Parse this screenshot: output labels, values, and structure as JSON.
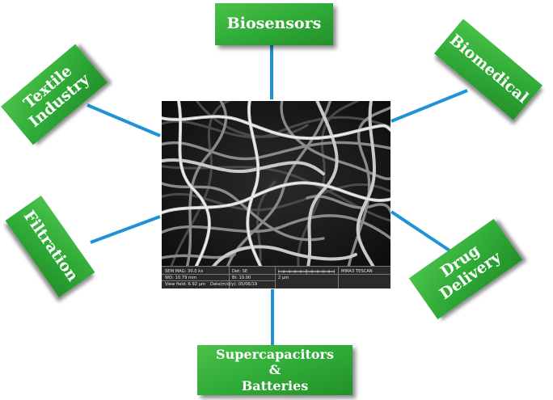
{
  "center": {
    "sem_info": {
      "mag": "SEM MAG: 30.0 kx",
      "wd": "WD: 10.79 mm",
      "view_field": "View field: 6.92 µm",
      "det": "Det: SE",
      "bi": "BI: 10.00",
      "date": "Date(m/d/y): 05/06/19",
      "scale": "2 µm",
      "brand": "MIRA3 TESCAN"
    }
  },
  "applications": {
    "biosensors": "Biosensors",
    "textile_line1": "Textile",
    "textile_line2": "Industry",
    "biomedical": "Biomedical",
    "filtration": "Filtration",
    "drug_line1": "Drug",
    "drug_line2": "Delivery",
    "supercap_line1": "Supercapacitors",
    "supercap_line2": "&",
    "supercap_line3": "Batteries"
  },
  "colors": {
    "box_green": "#2ea936",
    "connector_blue": "#1f93d6",
    "box_text": "#ffffff"
  }
}
